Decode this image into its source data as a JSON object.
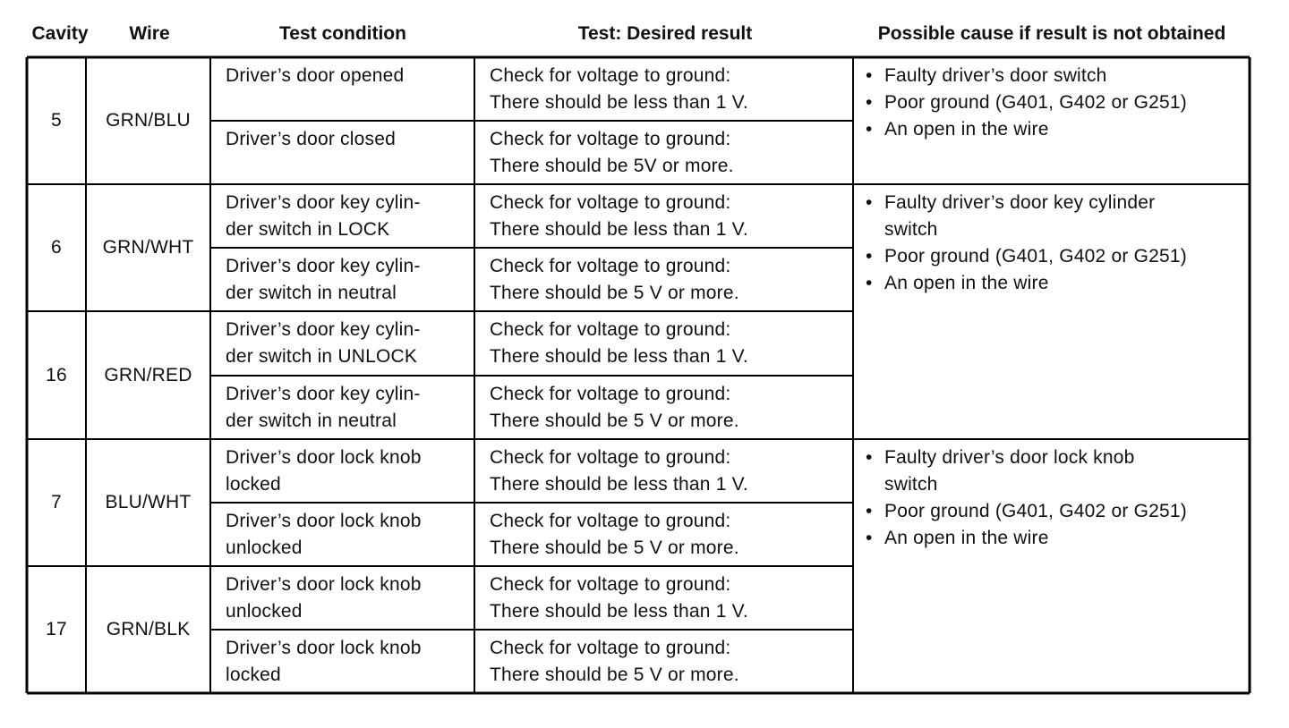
{
  "headers": {
    "cavity": "Cavity",
    "wire": "Wire",
    "condition": "Test condition",
    "result": "Test: Desired result",
    "cause": "Possible cause if result is not obtained"
  },
  "bullet": "•",
  "groups": [
    {
      "cavity": "5",
      "wire": "GRN/BLU"
    },
    {
      "cavity": "6",
      "wire": "GRN/WHT"
    },
    {
      "cavity": "16",
      "wire": "GRN/RED"
    },
    {
      "cavity": "7",
      "wire": "BLU/WHT"
    },
    {
      "cavity": "17",
      "wire": "GRN/BLK"
    }
  ],
  "rows": [
    {
      "condition": [
        "Driver’s door opened"
      ],
      "result": [
        "Check for voltage to ground:",
        "There should be less than 1 V."
      ]
    },
    {
      "condition": [
        "Driver’s door closed"
      ],
      "result": [
        "Check for voltage to ground:",
        "There should be 5V or more."
      ]
    },
    {
      "condition": [
        "Driver’s door key cylin-",
        "der switch in LOCK"
      ],
      "result": [
        "Check for voltage to ground:",
        "There should be less than 1 V."
      ]
    },
    {
      "condition": [
        "Driver’s door key cylin-",
        "der switch in neutral"
      ],
      "result": [
        "Check for voltage to ground:",
        "There should be 5 V or more."
      ]
    },
    {
      "condition": [
        "Driver’s door key cylin-",
        "der switch in UNLOCK"
      ],
      "result": [
        "Check for voltage to ground:",
        "There should be less than 1 V."
      ]
    },
    {
      "condition": [
        "Driver’s door key cylin-",
        "der switch in neutral"
      ],
      "result": [
        "Check for voltage to ground:",
        "There should be 5 V or more."
      ]
    },
    {
      "condition": [
        "Driver’s door lock knob",
        "locked"
      ],
      "result": [
        "Check for voltage to ground:",
        "There should be less than 1 V."
      ]
    },
    {
      "condition": [
        "Driver’s door lock knob",
        "unlocked"
      ],
      "result": [
        "Check for voltage to ground:",
        "There should be 5 V or more."
      ]
    },
    {
      "condition": [
        "Driver’s door lock knob",
        "unlocked"
      ],
      "result": [
        "Check for voltage to ground:",
        "There should be less than 1 V."
      ]
    },
    {
      "condition": [
        "Driver’s door lock knob",
        "locked"
      ],
      "result": [
        "Check for voltage to ground:",
        "There should be 5 V or more."
      ]
    }
  ],
  "causes": [
    {
      "items": [
        [
          "Faulty driver’s door switch"
        ],
        [
          "Poor ground (G401, G402 or G251)"
        ],
        [
          "An open in the wire"
        ]
      ]
    },
    {
      "items": [
        [
          "Faulty driver’s door key cylinder",
          "switch"
        ],
        [
          "Poor ground (G401, G402 or G251)"
        ],
        [
          "An open in the wire"
        ]
      ]
    },
    {
      "items": [
        [
          "Faulty driver’s door lock knob",
          "switch"
        ],
        [
          "Poor ground (G401, G402 or G251)"
        ],
        [
          "An open in the wire"
        ]
      ]
    }
  ]
}
